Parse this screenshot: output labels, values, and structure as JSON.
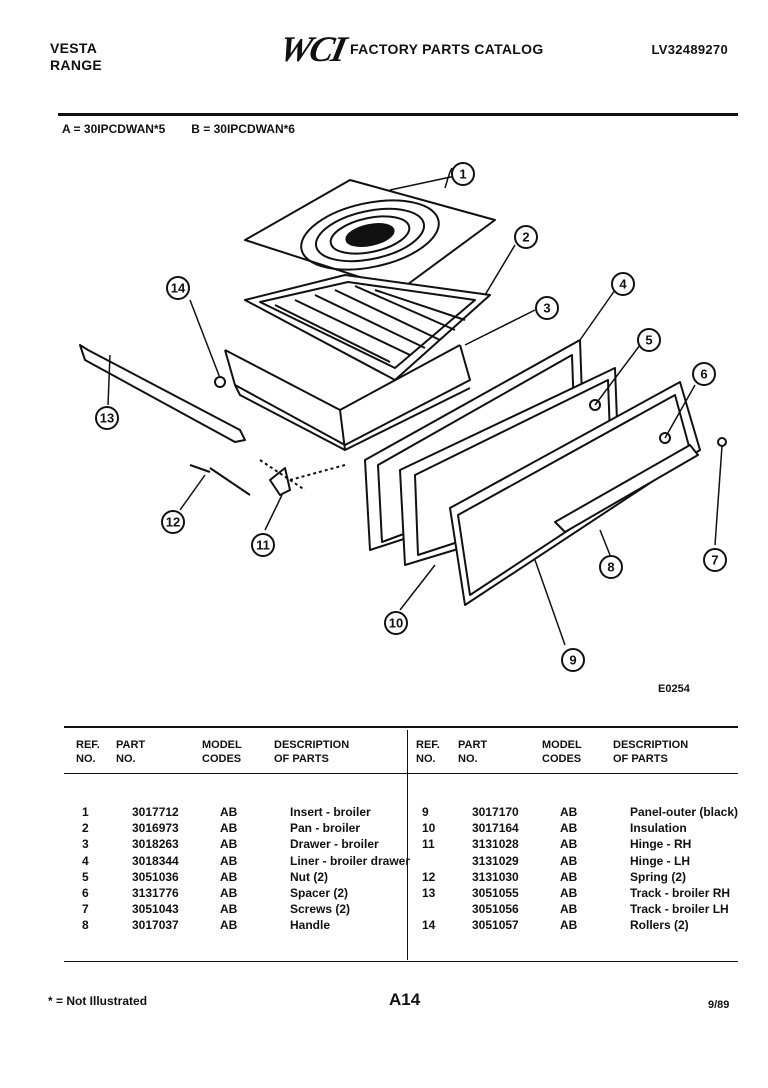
{
  "header": {
    "brand": "VESTA",
    "product": "RANGE",
    "logo_text": "WCI",
    "catalog_title": "FACTORY PARTS CATALOG",
    "catalog_number": "LV32489270"
  },
  "models": {
    "a": "A = 30IPCDWAN*5",
    "b": "B = 30IPCDWAN*6"
  },
  "diagram": {
    "code": "E0254",
    "callouts": [
      "1",
      "2",
      "3",
      "4",
      "5",
      "6",
      "7",
      "8",
      "9",
      "10",
      "11",
      "12",
      "13",
      "14"
    ]
  },
  "table": {
    "headers": {
      "ref": [
        "REF.",
        "NO."
      ],
      "part": [
        "PART",
        "NO."
      ],
      "model": [
        "MODEL",
        "CODES"
      ],
      "desc": [
        "DESCRIPTION",
        "OF PARTS"
      ]
    },
    "left_rows": [
      {
        "ref": "1",
        "part": "3017712",
        "code": "AB",
        "desc": "Insert - broiler"
      },
      {
        "ref": "2",
        "part": "3016973",
        "code": "AB",
        "desc": "Pan - broiler"
      },
      {
        "ref": "3",
        "part": "3018263",
        "code": "AB",
        "desc": "Drawer - broiler"
      },
      {
        "ref": "4",
        "part": "3018344",
        "code": "AB",
        "desc": "Liner - broiler drawer"
      },
      {
        "ref": "5",
        "part": "3051036",
        "code": "AB",
        "desc": "Nut (2)"
      },
      {
        "ref": "6",
        "part": "3131776",
        "code": "AB",
        "desc": "Spacer (2)"
      },
      {
        "ref": "7",
        "part": "3051043",
        "code": "AB",
        "desc": "Screws (2)"
      },
      {
        "ref": "8",
        "part": "3017037",
        "code": "AB",
        "desc": "Handle"
      }
    ],
    "right_rows": [
      {
        "ref": "9",
        "part": "3017170",
        "code": "AB",
        "desc": "Panel-outer (black)"
      },
      {
        "ref": "10",
        "part": "3017164",
        "code": "AB",
        "desc": "Insulation"
      },
      {
        "ref": "11",
        "part": "3131028",
        "code": "AB",
        "desc": "Hinge - RH"
      },
      {
        "ref": "",
        "part": "3131029",
        "code": "AB",
        "desc": "Hinge - LH"
      },
      {
        "ref": "12",
        "part": "3131030",
        "code": "AB",
        "desc": "Spring (2)"
      },
      {
        "ref": "13",
        "part": "3051055",
        "code": "AB",
        "desc": "Track - broiler RH"
      },
      {
        "ref": "",
        "part": "3051056",
        "code": "AB",
        "desc": "Track - broiler LH"
      },
      {
        "ref": "14",
        "part": "3051057",
        "code": "AB",
        "desc": "Rollers (2)"
      }
    ]
  },
  "footer": {
    "note": "* = Not Illustrated",
    "page": "A14",
    "date": "9/89"
  }
}
